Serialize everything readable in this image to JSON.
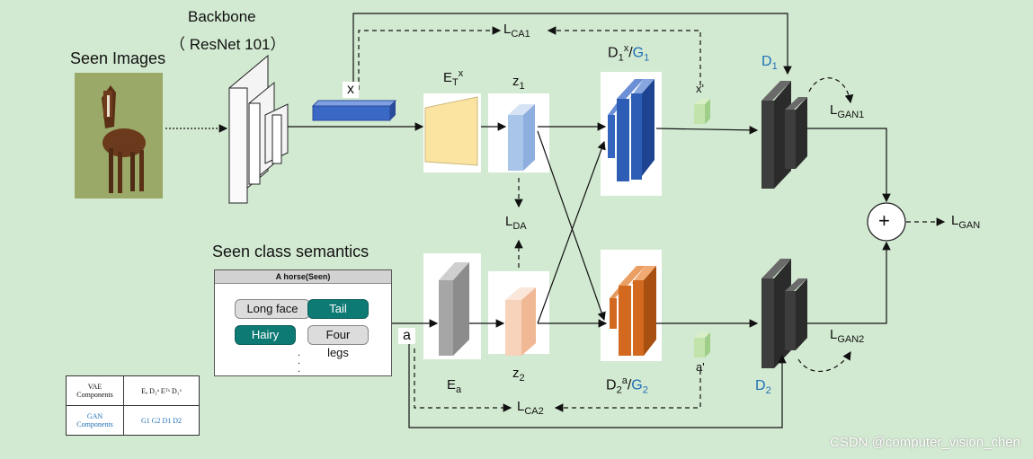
{
  "backbone": {
    "title": "Backbone",
    "subtitle": "（ ResNet 101）"
  },
  "seen_images_label": "Seen Images",
  "seen_class_semantics_label": "Seen class semantics",
  "semantics_card": {
    "title": "A horse(Seen)",
    "attributes": [
      "Long face",
      "Tail",
      "Hairy",
      "Four legs"
    ],
    "dots": ".\n.\n."
  },
  "labels": {
    "x": "x",
    "a": "a",
    "x_prime": "x'",
    "a_prime": "a'",
    "et_base": "E",
    "et_sub": "T",
    "et_sup": "x",
    "ea_base": "E",
    "ea_sub": "a",
    "z1_base": "z",
    "z1_sub": "1",
    "z2_base": "z",
    "z2_sub": "2",
    "d1x_base": "D",
    "d1x_sub": "1",
    "d1x_sup": "x",
    "d1x_sep": "/",
    "g1": "G",
    "g1_sub": "1",
    "d2a_base": "D",
    "d2a_sub": "2",
    "d2a_sup": "a",
    "d2a_sep": "/",
    "g2": "G",
    "g2_sub": "2",
    "d1_base": "D",
    "d1_sub": "1",
    "d2_base": "D",
    "d2_sub": "2",
    "lca1_base": "L",
    "lca1_sub": "CA1",
    "lca2_base": "L",
    "lca2_sub": "CA2",
    "lda_base": "L",
    "lda_sub": "DA",
    "lgan1_base": "L",
    "lgan1_sub": "GAN1",
    "lgan2_base": "L",
    "lgan2_sub": "GAN2",
    "lgan_base": "L",
    "lgan_sub": "GAN",
    "plus": "+"
  },
  "legend_table": {
    "rows": [
      {
        "name": "VAE Components",
        "items": "Eₐ D₂ᵃ Eᵀˣ D₁ˣ"
      },
      {
        "name": "GAN Components",
        "items": "G1 G2 D1 D2"
      }
    ]
  },
  "watermark": "CSDN @computer_vision_chen",
  "colors": {
    "background": "#d3ead2",
    "encoder_x": "#fbe4a2",
    "latent_z1": "#a9c5ea",
    "latent_z2": "#f7d3bb",
    "generator_x": "#2d5db5",
    "generator_a": "#d2691e",
    "discriminator": "#3d3d3d",
    "feature_x": "#3a68c5",
    "teal_chip": "#0e7a74",
    "blue_text": "#1f6fb5"
  }
}
